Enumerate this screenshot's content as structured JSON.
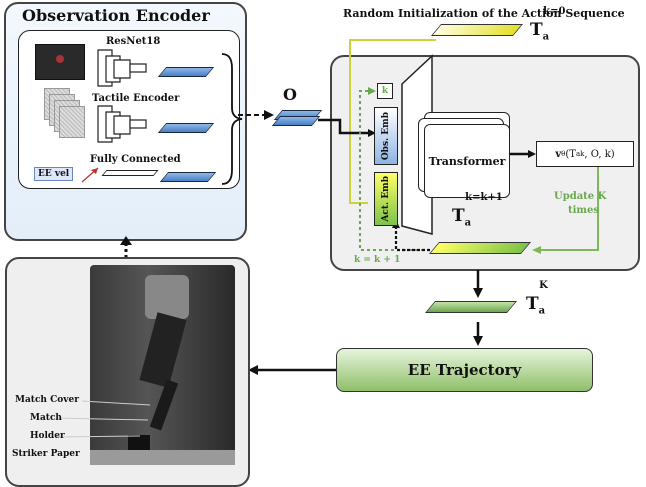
{
  "encoder": {
    "title": "Observation Encoder",
    "resnet_label": "ResNet18",
    "tactile_label": "Tactile Encoder",
    "fc_label": "Fully Connected",
    "eevel_label": "EE vel"
  },
  "obs_symbol": "O",
  "top_caption": "Random Initialization of the Action Sequence",
  "ta_init": "T",
  "ta_init_sup": "k=0",
  "ta_iter_sup": "k=k+1",
  "ta_final_sup": "K",
  "ta_sub": "a",
  "policy": {
    "k_box": "k",
    "obs_emb": "Obs. Emb",
    "act_emb": "Act. Emb",
    "transformer": "Transformer",
    "vtheta": "v",
    "vtheta_sub": "θ",
    "vtheta_args": "(T",
    "vtheta_args_sup": "k",
    "vtheta_args_sub": "a",
    "vtheta_args_tail": ", O, k)",
    "update_line1": "Update K",
    "update_line2": "times",
    "k_update": "k = k + 1"
  },
  "traj_label": "EE Trajectory",
  "robot": {
    "label_match_cover": "Match Cover",
    "label_match": "Match",
    "label_holder": "Holder",
    "label_striker": "Striker Paper"
  },
  "colors": {
    "yellow_arrow": "#c8d43a",
    "green_arrow": "#7db85a",
    "dotted_green": "#6aa84f",
    "emb_obs": "#8db4e3",
    "emb_act": "#7cc24a"
  }
}
